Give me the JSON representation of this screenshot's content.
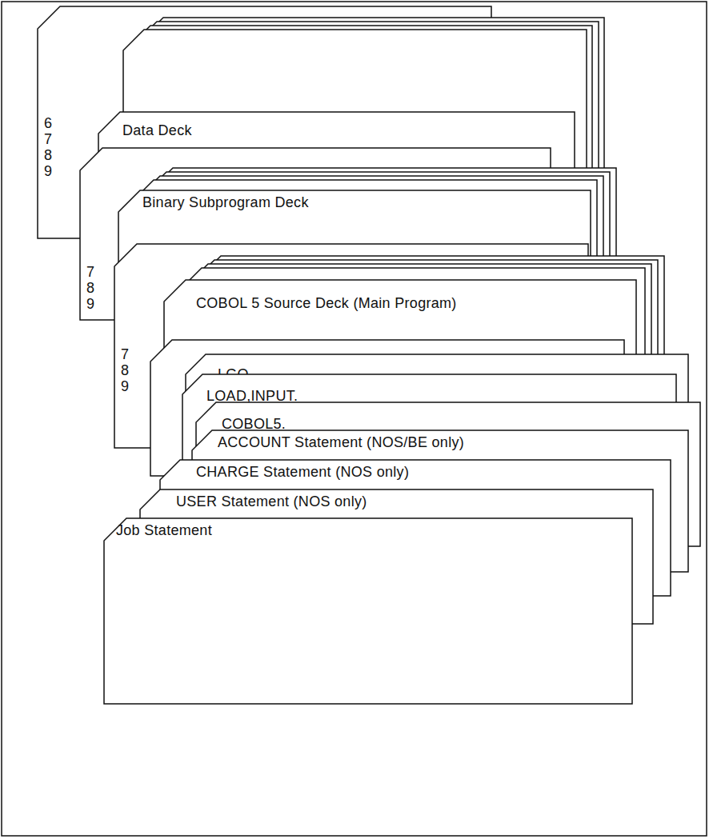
{
  "diagram": {
    "nodes": [
      {
        "text": [
          "6 7 8 9"
        ]
      },
      {
        "text": [
          "Data Deck"
        ]
      },
      {
        "text": [
          "7 8 9"
        ]
      },
      {
        "text": [
          "Binary Subprogram Deck"
        ]
      },
      {
        "text": [
          "7 8 9"
        ]
      },
      {
        "text": [
          "COBOL 5 Source Deck (Main Program)"
        ]
      },
      {
        "text": [
          "LGO."
        ]
      },
      {
        "text": [
          "LOAD,INPUT."
        ]
      },
      {
        "text": [
          "COBOL5."
        ]
      },
      {
        "text": [
          "ACCOUNT Statement (NOS/BE only)"
        ]
      },
      {
        "text": [
          "CHARGE Statement (NOS only)"
        ]
      },
      {
        "text": [
          "USER Statement (NOS only)"
        ]
      },
      {
        "text": [
          "Job Statement"
        ]
      }
    ]
  }
}
